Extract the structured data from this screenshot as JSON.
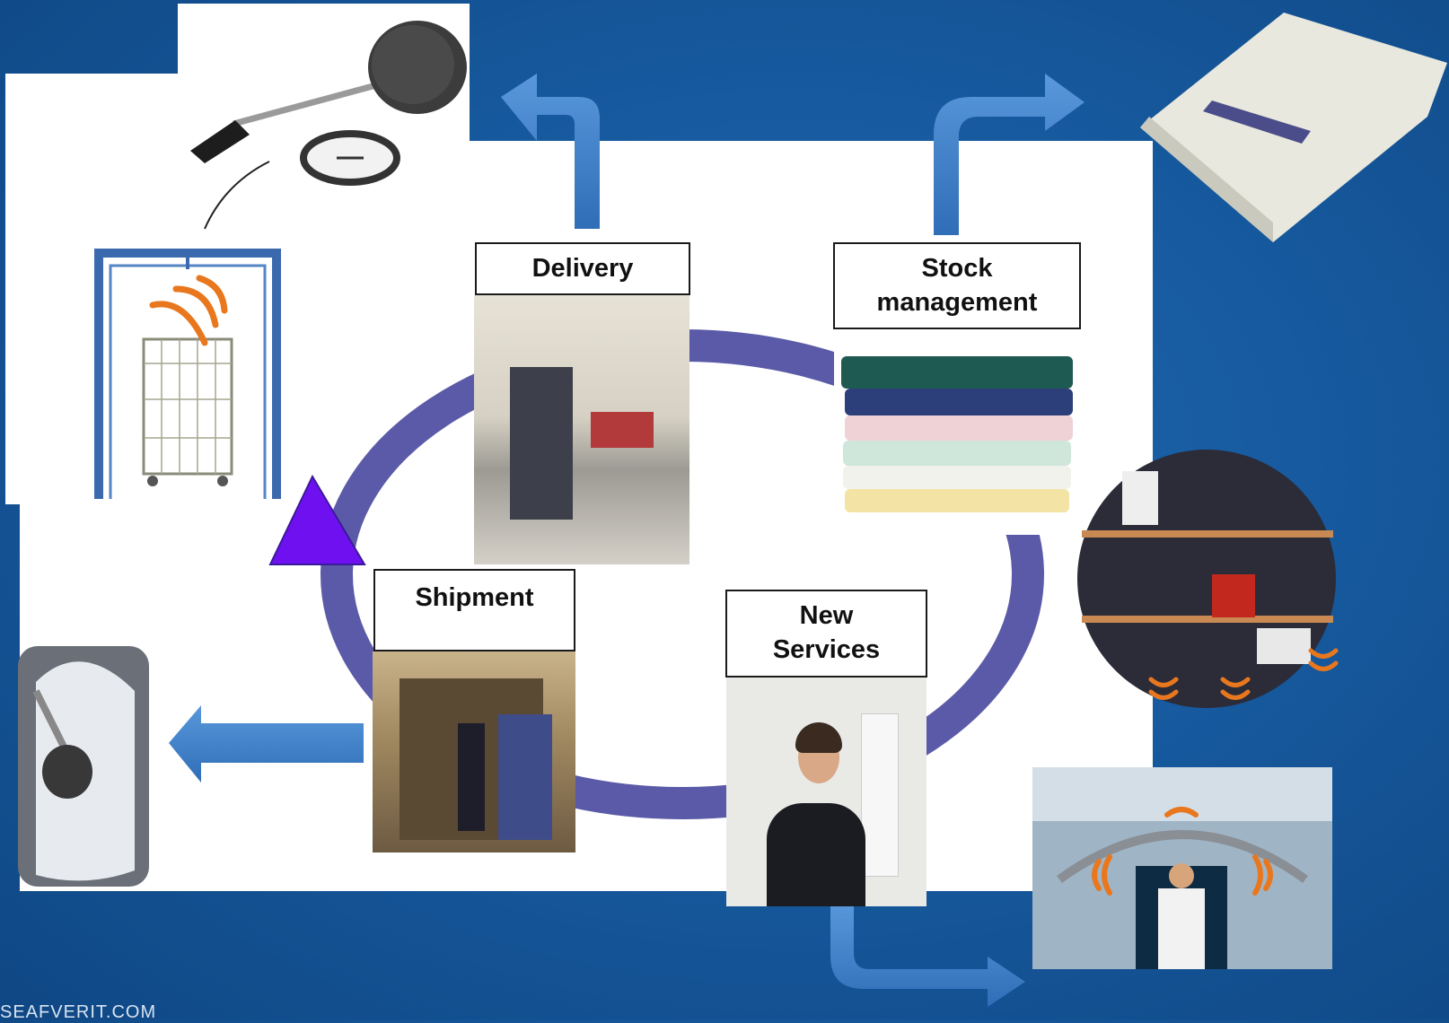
{
  "stages": {
    "delivery": "Delivery",
    "stock": "Stock\nmanagement",
    "shipment": "Shipment",
    "services": "New\nServices"
  },
  "footer": "SEAFVERIT.COM",
  "colors": {
    "background": "#175a9f",
    "cycle_ring": "#5a5aa8",
    "arrow": "#3f7fc8",
    "triangle": "#6f10f0",
    "signal": "#e8771e"
  },
  "icons": {
    "reader_wand": "rfid-wand-reader-icon",
    "antenna_pad": "rfid-antenna-pad-icon",
    "portal": "rfid-portal-gate-icon",
    "laundry_bag": "laundry-bag-icon",
    "shelves": "clothing-shelves-icon",
    "revolving_door": "revolving-door-icon"
  }
}
